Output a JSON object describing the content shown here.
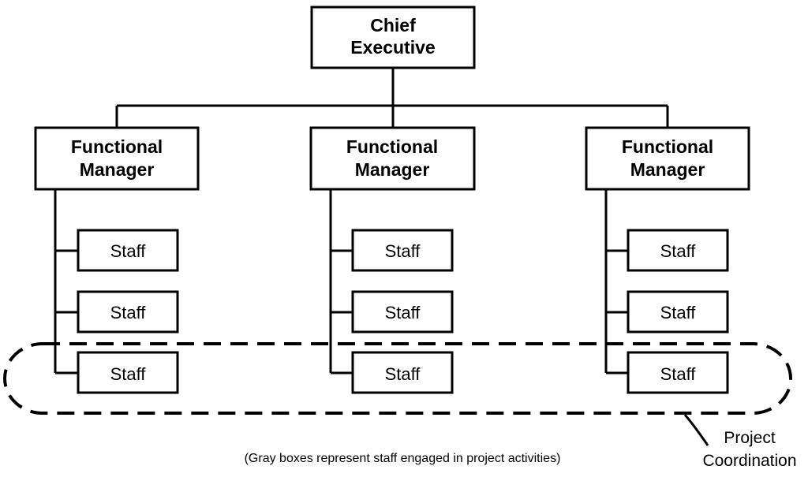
{
  "chief": {
    "line1": "Chief",
    "line2": "Executive"
  },
  "managers": [
    {
      "line1": "Functional",
      "line2": "Manager"
    },
    {
      "line1": "Functional",
      "line2": "Manager"
    },
    {
      "line1": "Functional",
      "line2": "Manager"
    }
  ],
  "staff": [
    [
      {
        "label": "Staff",
        "in_project": true
      },
      {
        "label": "Staff",
        "in_project": false
      },
      {
        "label": "Staff",
        "in_project": true
      }
    ],
    [
      {
        "label": "Staff",
        "in_project": false
      },
      {
        "label": "Staff",
        "in_project": true
      },
      {
        "label": "Staff",
        "in_project": true
      }
    ],
    [
      {
        "label": "Staff",
        "in_project": false
      },
      {
        "label": "Staff",
        "in_project": false
      },
      {
        "label": "Staff",
        "in_project": true
      }
    ]
  ],
  "project_label": {
    "line1": "Project",
    "line2": "Coordination"
  },
  "footnote": "(Gray boxes represent staff engaged in project activities)",
  "colors": {
    "gray_box": "#d3d3d3",
    "line": "#000000",
    "background": "#ffffff"
  }
}
